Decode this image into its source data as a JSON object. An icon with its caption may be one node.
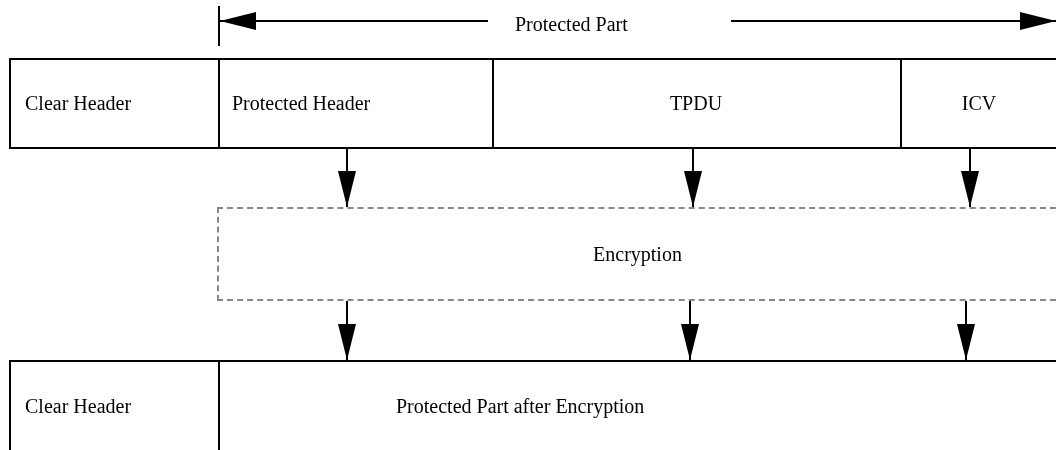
{
  "diagram": {
    "nodes": [
      {
        "text": [
          "Clear Header"
        ]
      },
      {
        "text": [
          "Protected Header"
        ]
      },
      {
        "text": [
          "TPDU"
        ]
      },
      {
        "text": [
          "ICV"
        ]
      },
      {
        "text": [
          "Encryption"
        ]
      },
      {
        "text": [
          "Clear Header"
        ]
      },
      {
        "text": [
          "Protected Part after Encryption"
        ]
      }
    ],
    "edges": [
      {
        "from": 1,
        "to": 4,
        "arrow": "to"
      },
      {
        "from": 2,
        "to": 4,
        "arrow": "to"
      },
      {
        "from": 3,
        "to": 4,
        "arrow": "to"
      },
      {
        "from": 4,
        "to": 6,
        "arrow": "to"
      },
      {
        "from": 4,
        "to": 6,
        "arrow": "to"
      },
      {
        "from": 4,
        "to": 6,
        "arrow": "to"
      }
    ],
    "labels": [
      "Protected Part"
    ]
  }
}
